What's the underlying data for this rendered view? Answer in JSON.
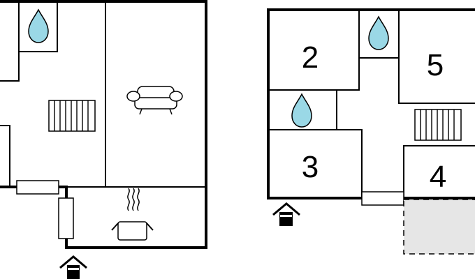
{
  "rooms": [
    {
      "label": "2"
    },
    {
      "label": "3"
    },
    {
      "label": "4"
    },
    {
      "label": "5"
    }
  ],
  "icons": {
    "bathroom": "water-drop-icon",
    "living": "sofa-icon",
    "kitchen": "cooking-pot-icon",
    "stairs": "stairs-icon",
    "entrance": "entrance-house-icon"
  },
  "colors": {
    "water_drop": "#9ad8e6",
    "terrace": "#e6e6e6"
  }
}
